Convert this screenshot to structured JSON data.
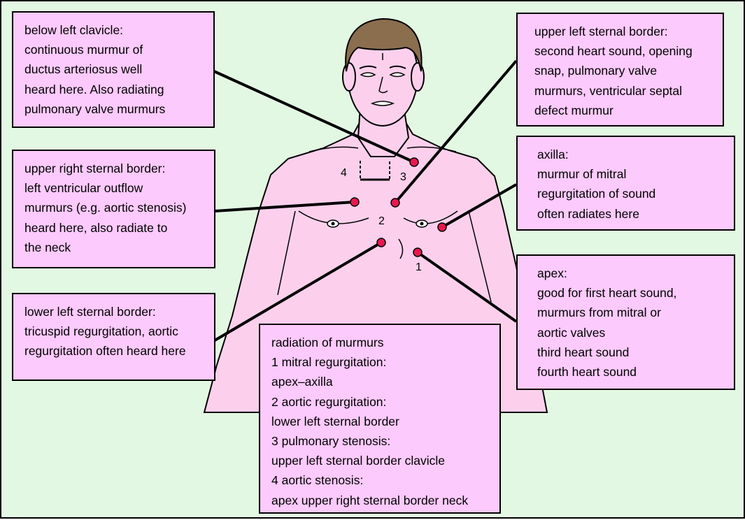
{
  "numbers": {
    "four": "4",
    "three": "3",
    "two": "2",
    "one": "1"
  },
  "callouts": {
    "below_left_clavicle": {
      "lines": [
        "below left clavicle:",
        "continuous murmur of",
        "ductus arteriosus well",
        "heard here. Also radiating",
        "pulmonary valve murmurs"
      ]
    },
    "upper_left_sternal": {
      "lines": [
        "upper left sternal border:",
        "second heart sound, opening",
        "snap, pulmonary valve",
        "murmurs, ventricular septal",
        "defect murmur"
      ]
    },
    "upper_right_sternal": {
      "lines": [
        "upper right sternal border:",
        "left ventricular outflow",
        "murmurs (e.g. aortic stenosis)",
        "heard here, also radiate to",
        "the neck"
      ]
    },
    "axilla": {
      "lines": [
        "axilla:",
        "murmur of mitral",
        "regurgitation of sound",
        "often radiates here"
      ]
    },
    "lower_left_sternal": {
      "lines": [
        "lower left sternal border:",
        "tricuspid regurgitation, aortic",
        "regurgitation often heard here"
      ]
    },
    "apex": {
      "lines": [
        "apex:",
        "good for first heart sound,",
        "murmurs from mitral or",
        "aortic valves",
        "third heart sound",
        "fourth heart sound"
      ]
    },
    "radiation": {
      "lines": [
        "radiation of murmurs",
        "1  mitral regurgitation:",
        "apex–axilla",
        "2  aortic regurgitation:",
        "lower left sternal border",
        "3  pulmonary stenosis:",
        "upper left sternal border clavicle",
        "4  aortic stenosis:",
        "apex upper right sternal border neck"
      ]
    }
  },
  "colors": {
    "background": "#e3f8e3",
    "box_fill": "#fccafc",
    "skin": "#fcd0ec",
    "hair": "#8b6e4e",
    "marker": "#e8174f",
    "line": "#000000"
  }
}
